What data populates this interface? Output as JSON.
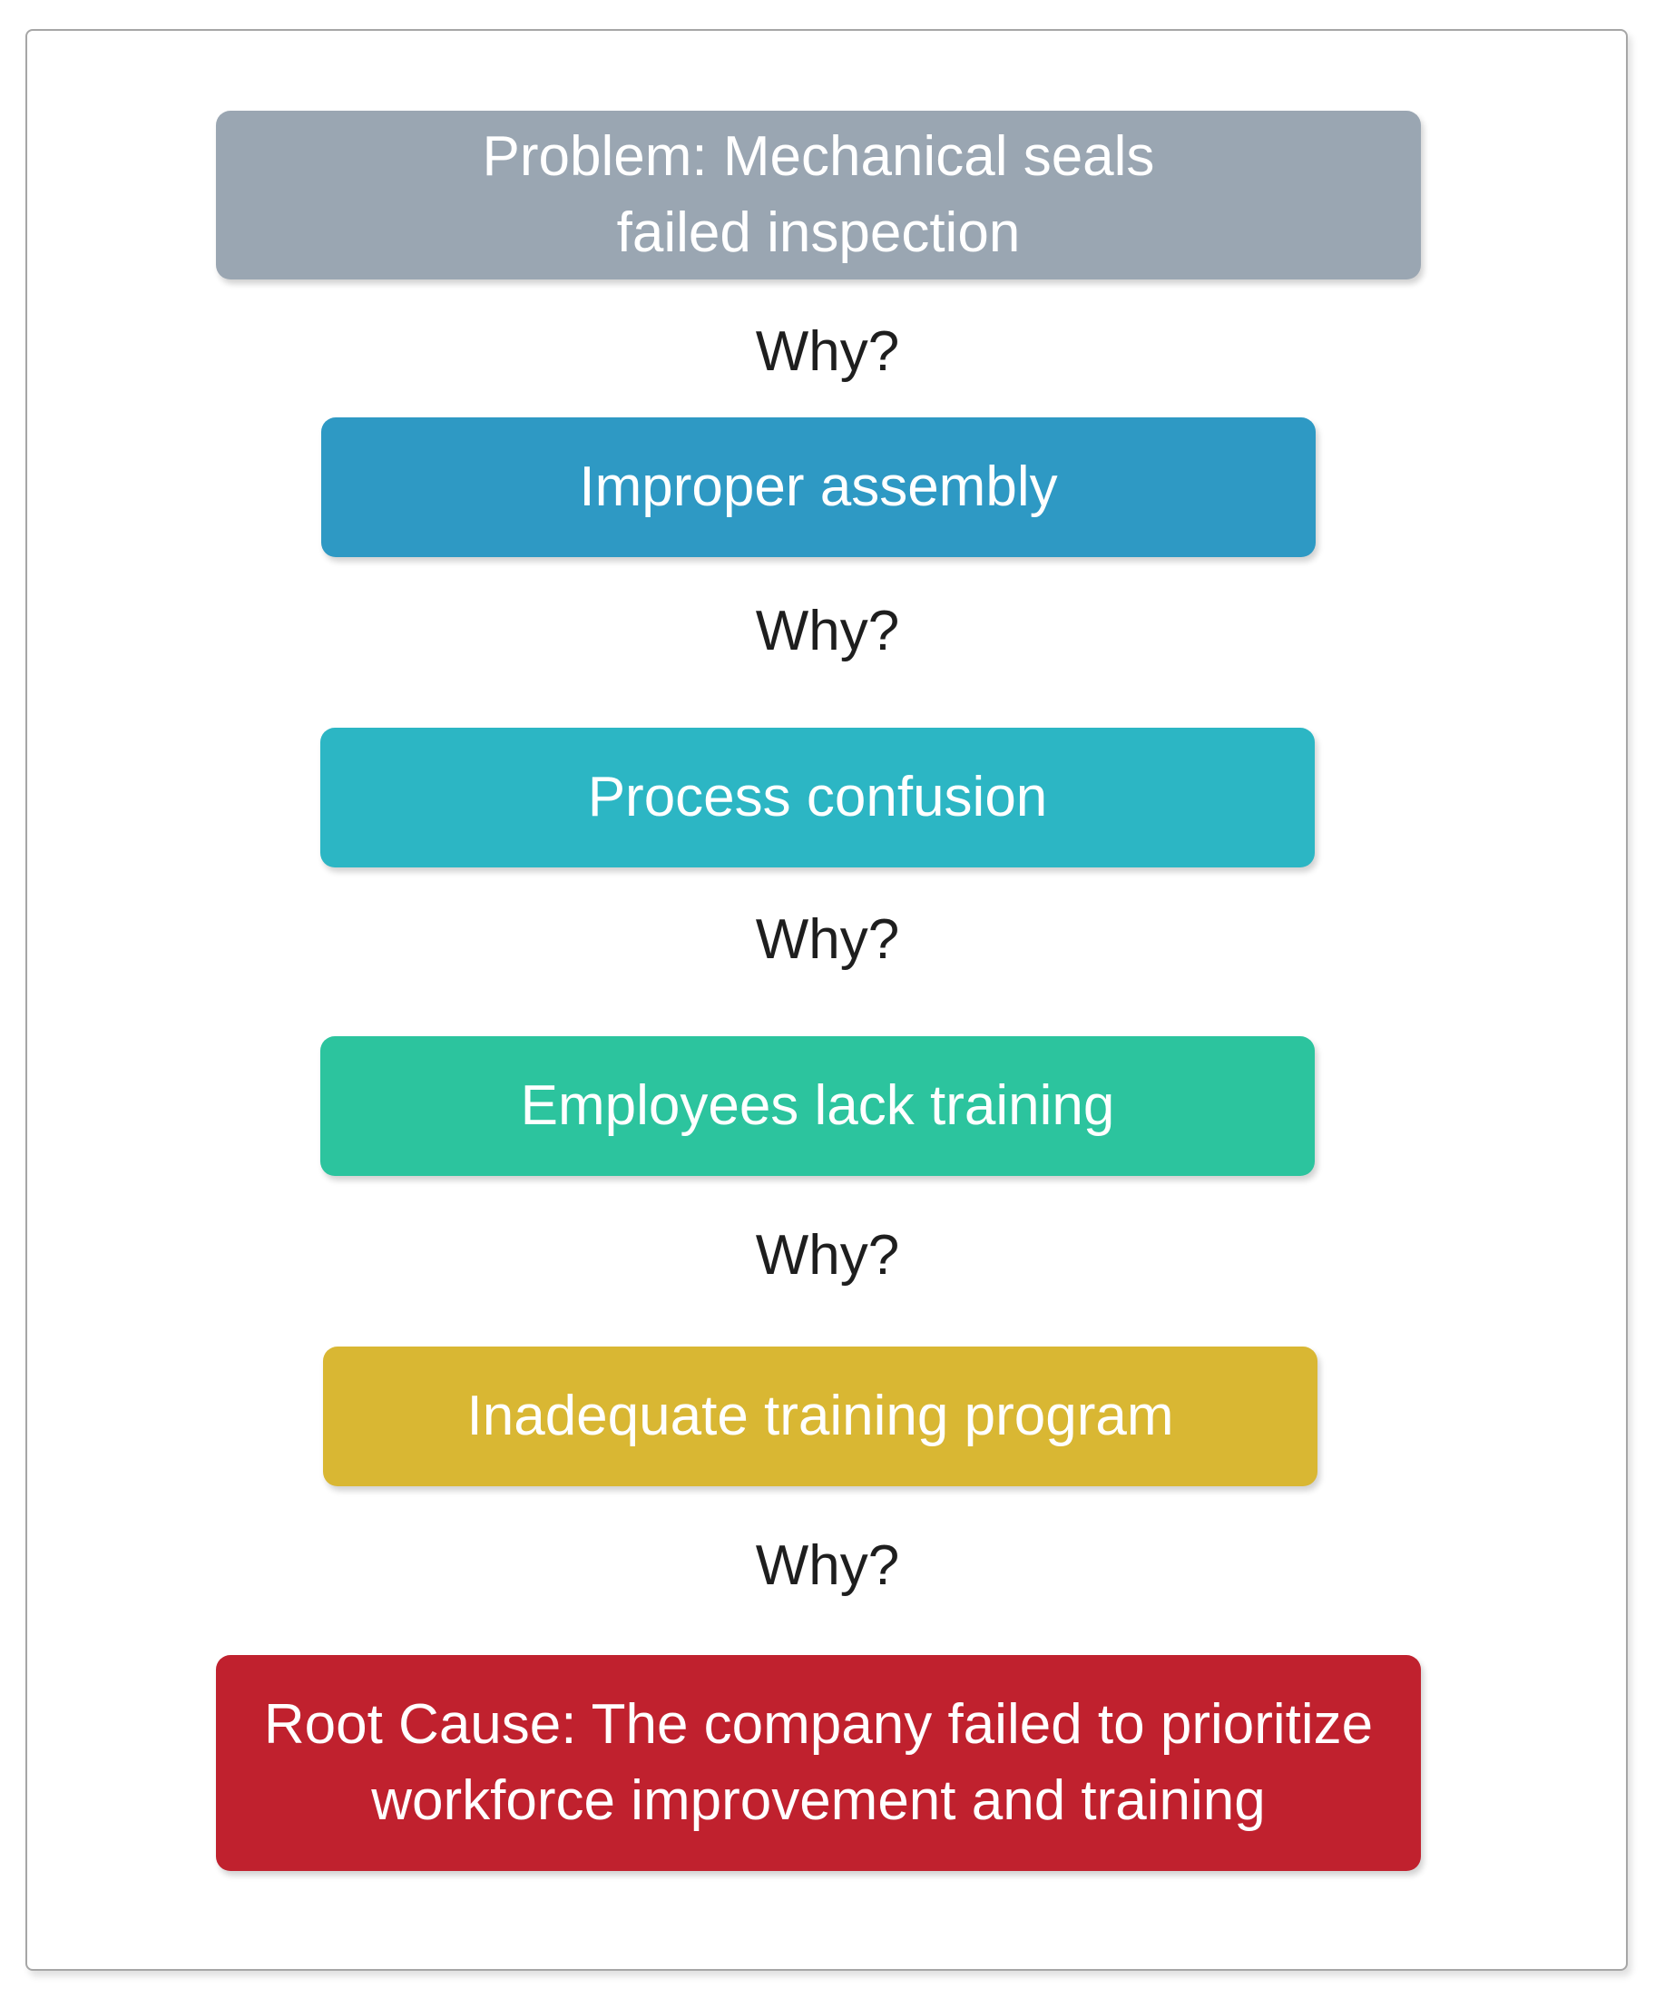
{
  "problem": {
    "text": "Problem: Mechanical seals\nfailed inspection",
    "color": "#9aa6b2"
  },
  "why_label": "Why?",
  "steps": [
    {
      "text": "Improper assembly",
      "color": "#2e99c4"
    },
    {
      "text": "Process confusion",
      "color": "#2cb6c4"
    },
    {
      "text": "Employees lack training",
      "color": "#2cc49e"
    },
    {
      "text": "Inadequate training program",
      "color": "#d9b733"
    }
  ],
  "root_cause": {
    "text": "Root Cause: The company failed to prioritize\nworkforce improvement and training",
    "color": "#c0212e"
  }
}
